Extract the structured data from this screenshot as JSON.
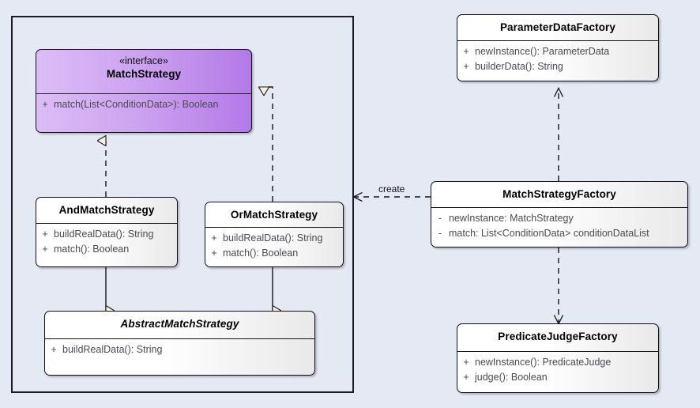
{
  "diagram": {
    "type": "uml-class-diagram",
    "background_color": "#e5e9f3",
    "package": {
      "label": ""
    },
    "edge_labels": {
      "create": "create"
    },
    "classes": {
      "match_strategy": {
        "stereotype": "«interface»",
        "name": "MatchStrategy",
        "members": [
          {
            "visibility": "+",
            "signature": "match(List<ConditionData>): Boolean"
          }
        ]
      },
      "and_match_strategy": {
        "name": "AndMatchStrategy",
        "members": [
          {
            "visibility": "+",
            "signature": "buildRealData(): String"
          },
          {
            "visibility": "+",
            "signature": "match(): Boolean"
          }
        ]
      },
      "or_match_strategy": {
        "name": "OrMatchStrategy",
        "members": [
          {
            "visibility": "+",
            "signature": "buildRealData(): String"
          },
          {
            "visibility": "+",
            "signature": "match(): Boolean"
          }
        ]
      },
      "abstract_match_strategy": {
        "name": "AbstractMatchStrategy",
        "members": [
          {
            "visibility": "+",
            "signature": "buildRealData(): String"
          }
        ]
      },
      "parameter_data_factory": {
        "name": "ParameterDataFactory",
        "members": [
          {
            "visibility": "+",
            "signature": "newInstance(): ParameterData"
          },
          {
            "visibility": "+",
            "signature": "builderData(): String"
          }
        ]
      },
      "match_strategy_factory": {
        "name": "MatchStrategyFactory",
        "members": [
          {
            "visibility": "-",
            "signature": "newInstance: MatchStrategy"
          },
          {
            "visibility": "-",
            "signature": "match: List<ConditionData> conditionDataList"
          }
        ]
      },
      "predicate_judge_factory": {
        "name": "PredicateJudgeFactory",
        "members": [
          {
            "visibility": "+",
            "signature": "newInstance(): PredicateJudge"
          },
          {
            "visibility": "+",
            "signature": "judge(): Boolean"
          }
        ]
      }
    }
  }
}
